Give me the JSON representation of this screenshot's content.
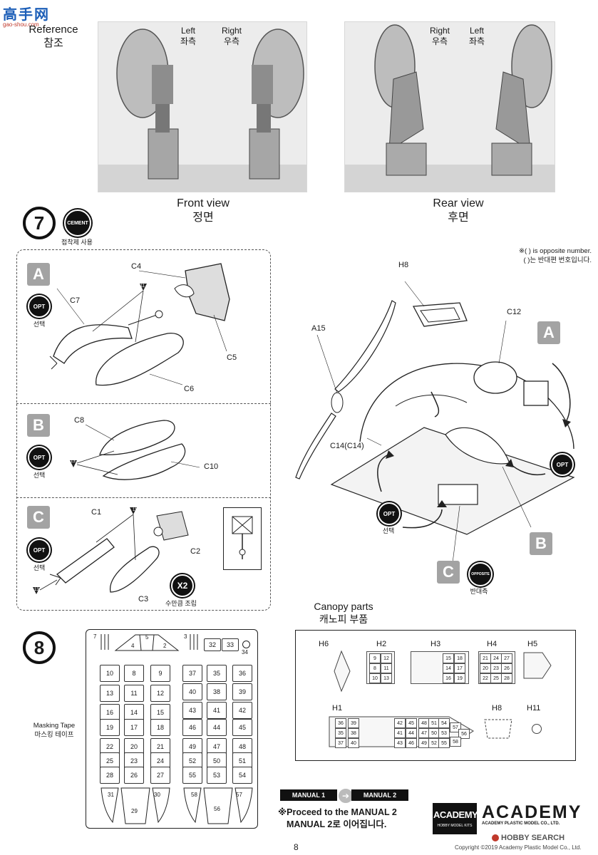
{
  "header": {
    "watermark_logo": "高手网",
    "watermark_url": "gao-shou.com",
    "reference_en": "Reference",
    "reference_ko": "참조"
  },
  "photos": {
    "front": {
      "left_en": "Left",
      "left_ko": "좌측",
      "right_en": "Right",
      "right_ko": "우측",
      "view_en": "Front view",
      "view_ko": "정면"
    },
    "rear": {
      "right_en": "Right",
      "right_ko": "우측",
      "left_en": "Left",
      "left_ko": "좌측",
      "view_en": "Rear view",
      "view_ko": "후면"
    }
  },
  "step7": {
    "number": "7",
    "cement_label": "CEMENT",
    "cement_caption": "접착제 사용",
    "opposite_note_en": "※(   ) is opposite number.",
    "opposite_note_ko": "(   )는 반대편 번호입니다.",
    "sections": {
      "A": {
        "letter": "A",
        "opt": "OPT",
        "opt_caption": "선택",
        "parts": [
          "C4",
          "C7",
          "C5",
          "C6"
        ],
        "marker": "11"
      },
      "B": {
        "letter": "B",
        "opt": "OPT",
        "opt_caption": "선택",
        "parts": [
          "C8",
          "C10"
        ],
        "marker": "13"
      },
      "C": {
        "letter": "C",
        "opt": "OPT",
        "opt_caption": "선택",
        "parts": [
          "C1",
          "C2",
          "C3"
        ],
        "marker_top": "11",
        "marker_bottom": "13",
        "x2": "X2",
        "x2_caption": "수만큼 조립"
      }
    },
    "assembly": {
      "labels": [
        "H8",
        "C12",
        "A15",
        "C14(C14)"
      ],
      "letter_a": "A",
      "letter_b": "B",
      "letter_c": "C",
      "opt": "OPT",
      "opt_caption": "선택",
      "opt2": "OPT",
      "opposite": "OPPOSITE",
      "opposite_caption": "반대측"
    }
  },
  "step8": {
    "number": "8",
    "masking_en": "Masking Tape",
    "masking_ko": "마스킹 테이프",
    "canopy_title_en": "Canopy parts",
    "canopy_title_ko": "캐노피 부품",
    "tape_top": [
      "7",
      "4",
      "5",
      "2",
      "3",
      "32",
      "33",
      "34"
    ],
    "tape_left": [
      [
        "10",
        "8",
        "9"
      ],
      [
        "13",
        "11",
        "12"
      ],
      [
        "16",
        "14",
        "15"
      ],
      [
        "19",
        "17",
        "18"
      ],
      [
        "22",
        "20",
        "21"
      ],
      [
        "25",
        "23",
        "24"
      ],
      [
        "28",
        "26",
        "27"
      ]
    ],
    "tape_right": [
      [
        "37",
        "35",
        "36"
      ],
      [
        "40",
        "38",
        "39"
      ],
      [
        "43",
        "41",
        "42"
      ],
      [
        "46",
        "44",
        "45"
      ],
      [
        "49",
        "47",
        "48"
      ],
      [
        "52",
        "50",
        "51"
      ],
      [
        "55",
        "53",
        "54"
      ]
    ],
    "tape_bottom_left": [
      "31",
      "29",
      "30"
    ],
    "tape_bottom_right": [
      "58",
      "56",
      "57"
    ],
    "canopy_parts": [
      "H6",
      "H2",
      "H3",
      "H4",
      "H5",
      "H1",
      "H8",
      "H11"
    ],
    "h2_cells": [
      "9",
      "12",
      "8",
      "11",
      "10",
      "13"
    ],
    "h3_cells": [
      "15",
      "18",
      "14",
      "17",
      "16",
      "19"
    ],
    "h4_cells": [
      "21",
      "24",
      "27",
      "20",
      "23",
      "26",
      "22",
      "25",
      "28"
    ],
    "h1_cells": [
      "36",
      "39",
      "35",
      "38",
      "37",
      "40",
      "42",
      "45",
      "41",
      "44",
      "43",
      "46",
      "48",
      "51",
      "54",
      "47",
      "50",
      "53",
      "49",
      "52",
      "55",
      "57",
      "56",
      "58"
    ]
  },
  "footer": {
    "manual1": "MANUAL 1",
    "manual2": "MANUAL 2",
    "proceed_en": "※Proceed to the MANUAL 2",
    "proceed_ko": "MANUAL 2로 이어집니다.",
    "academy_badge": "ACADEMY",
    "academy_badge_sub": "HOBBY MODEL KITS",
    "academy_logo": "ACADEMY",
    "academy_company": "ACADEMY PLASTIC MODEL CO., LTD.",
    "page_number": "8",
    "copyright": "Copyright ©2019 Academy Plastic Model Co., Ltd.",
    "hobby_search": "HOBBY SEARCH"
  }
}
